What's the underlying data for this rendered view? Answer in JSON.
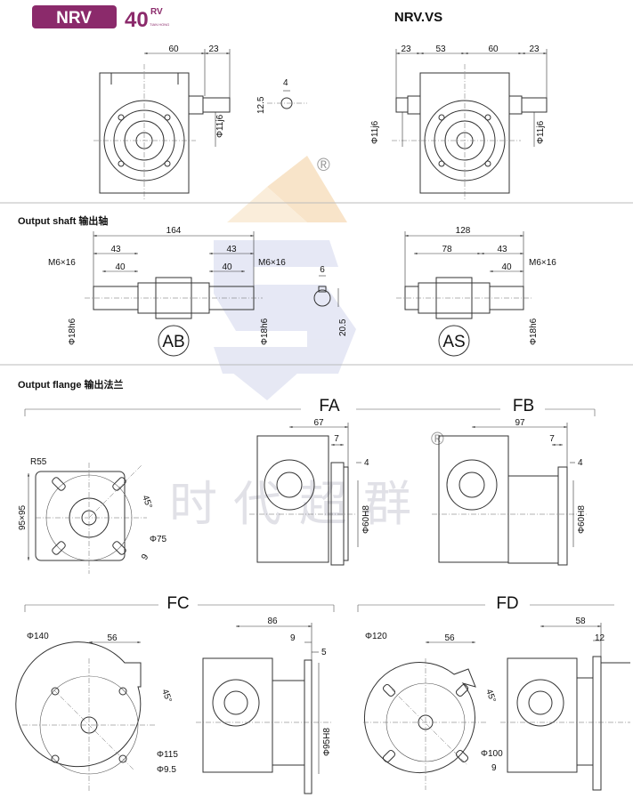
{
  "header": {
    "badge_label": "NRV",
    "brand_number": "40",
    "brand_suffix": "RV",
    "brand_small": "TIAN HONG",
    "right_title": "NRV.VS",
    "colors": {
      "badge": "#8b2a6b",
      "brand": "#8b2a6b"
    }
  },
  "watermark": {
    "chars": [
      "时",
      "代",
      "超",
      "群"
    ],
    "registered_mark": "®"
  },
  "top_view": {
    "nrv_dims": [
      "60",
      "23",
      "Φ11j6",
      "12.5",
      "4"
    ],
    "vs_dims": [
      "23",
      "53",
      "60",
      "23",
      "Φ11j6",
      "Φ11j6"
    ]
  },
  "shaft_section": {
    "heading": "Output shaft 输出轴",
    "ab": {
      "label": "AB",
      "total": "164",
      "left_outer": "43",
      "left_inner": "40",
      "right_outer": "43",
      "right_inner": "40",
      "thread_left": "M6×16",
      "thread_right": "M6×16",
      "dia_left": "Φ18h6",
      "dia_right": "Φ18h6"
    },
    "key": {
      "width": "6",
      "height": "20.5"
    },
    "as": {
      "label": "AS",
      "total": "128",
      "outer": "78",
      "mid": "43",
      "inner": "40",
      "thread": "M6×16",
      "dia": "Φ18h6"
    }
  },
  "flange_section": {
    "heading": "Output flange 输出法兰",
    "square": {
      "radius": "R55",
      "size": "95×95",
      "angle": "45°",
      "bolt_circle": "Φ75",
      "hole": "9"
    },
    "fa": {
      "label": "FA",
      "length": "67",
      "offset": "7",
      "thickness": "4",
      "spigot": "Φ60H8"
    },
    "fb": {
      "label": "FB",
      "length": "97",
      "offset": "7",
      "thickness": "4",
      "spigot": "Φ60H8"
    },
    "fc": {
      "label": "FC",
      "front": {
        "diameter": "Φ140",
        "offset": "56",
        "angle": "45°",
        "bolt_circle": "Φ115",
        "hole": "Φ9.5"
      },
      "side": {
        "length": "86",
        "offset": "9",
        "thickness": "5",
        "spigot": "Φ95H8"
      }
    },
    "fd": {
      "label": "FD",
      "front": {
        "diameter": "Φ120",
        "offset": "56",
        "angle": "45°",
        "bolt_circle": "Φ100",
        "hole": "9"
      },
      "side": {
        "length": "58",
        "offset": "12"
      }
    }
  }
}
